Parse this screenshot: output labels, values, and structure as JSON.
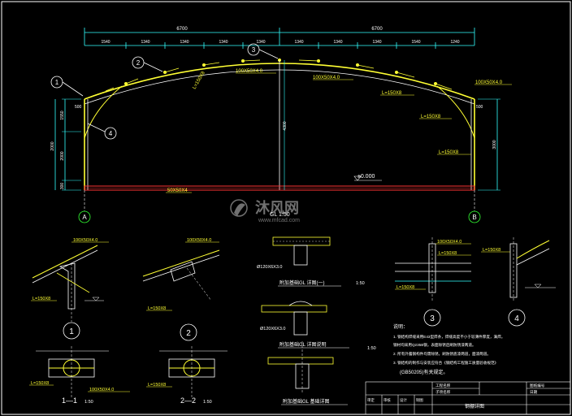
{
  "drawing": {
    "overall_dims": [
      "6700",
      "6700"
    ],
    "segment_dims": [
      "1540",
      "1340",
      "1340",
      "1340",
      "1340",
      "1340",
      "1340",
      "1340",
      "1540",
      "1240"
    ],
    "left_heights": [
      "1550",
      "2000",
      "2000",
      "300"
    ],
    "mid_height": "4300",
    "right_height": "3000",
    "member_labels": {
      "top_a": "100X50X4.0",
      "top_b": "100X50X4.0",
      "right_a": "100X50X4.0",
      "arc_left": "L=150X8",
      "right_b": "L=150X8",
      "right_c": "L=150X8",
      "right_d": "L=150X8",
      "base": "50X50X4"
    },
    "elevation": "±0.000",
    "axis_a": "A",
    "axis_b": "B",
    "callouts": [
      "1",
      "2",
      "3",
      "4"
    ],
    "edge_labels": {
      "left": "500",
      "right": "500"
    }
  },
  "watermark": {
    "brand": "沐风网",
    "url": "www.mfcad.com"
  },
  "details": {
    "d1": {
      "num": "1",
      "labels": [
        "100X50X4.0",
        "L=150X8"
      ]
    },
    "d2": {
      "num": "2",
      "labels": [
        "100X50X4.0",
        "L=150X8"
      ]
    },
    "d3": {
      "num": "3",
      "labels": [
        "100X50X4.0",
        "L=150X8",
        "L=150X8"
      ]
    },
    "d4": {
      "num": "4",
      "labels": [
        "L=150X8"
      ]
    },
    "s11": {
      "title": "1—1",
      "scale": "1:50",
      "labels": [
        "100X50X4.0",
        "L=150X8"
      ]
    },
    "s22": {
      "title": "2—2",
      "scale": "1:50",
      "labels": [
        "L=150X8"
      ]
    },
    "gl1": {
      "title": "GL 1:50",
      "caption": "附加基础GL 详图(一)",
      "scale": "1:50",
      "dim": "Ø120X6X3.0"
    },
    "gl2": {
      "caption": "附加基础GL 详图说明",
      "scale": "1:50",
      "dim": "Ø120X6X3.0"
    },
    "gl3": {
      "caption": "附加基础GL 基础详图"
    }
  },
  "notes": {
    "heading": "说明：",
    "lines": [
      "1. 钢结构焊缝采用E43型焊条，焊缝高度不小于较薄件厚度，满焊。",
      "   钢材均采用Q235B钢，表面除锈后刷防锈漆两道。",
      "2. 所有外露钢构件均需除锈，刷防锈底漆两道，面漆两道。",
      "3. 钢结构的制作与安装应符合《钢结构工程施工质量验收规范》",
      "(GB50205)有关规定。"
    ]
  },
  "title_block": {
    "project": "工程名称",
    "sub": "子项名称",
    "drawing_no": "图纸编号",
    "date_label": "日期",
    "drawing_name": "钢棚详图",
    "roles": [
      "审定",
      "审核",
      "设计",
      "制图"
    ]
  }
}
